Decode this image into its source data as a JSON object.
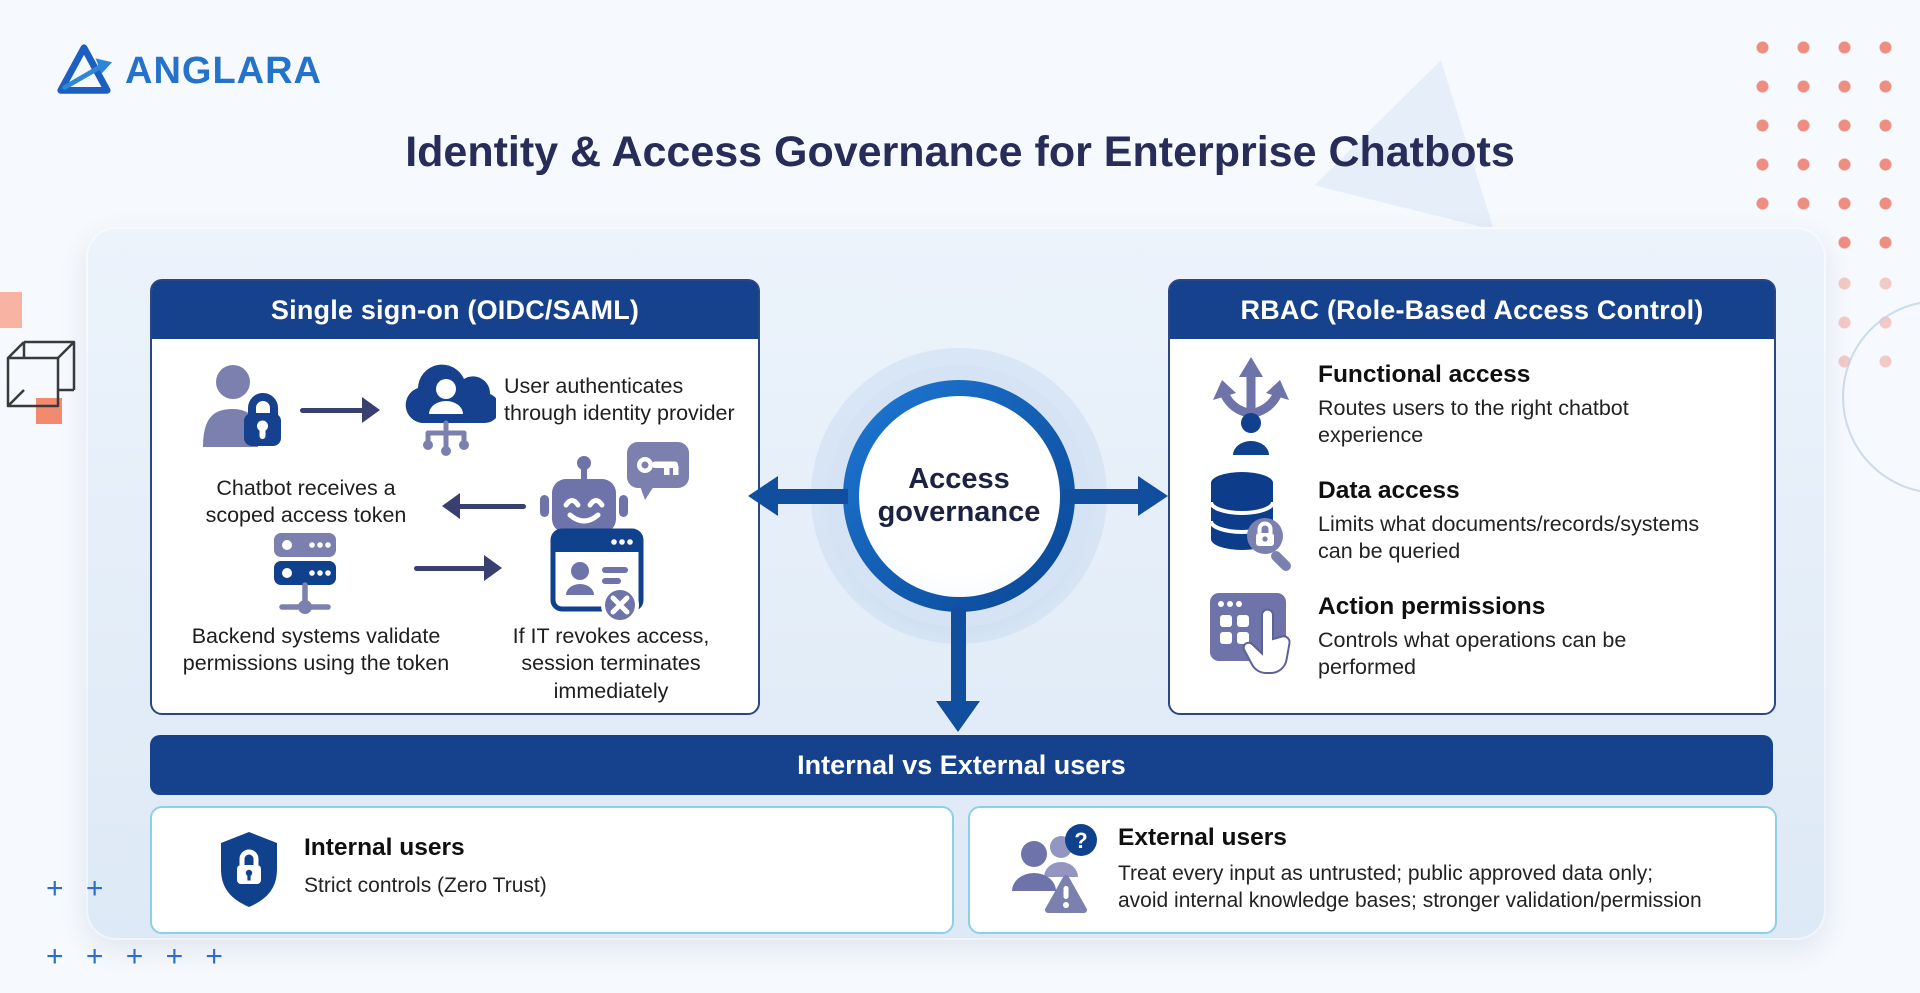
{
  "brand": {
    "name": "ANGLARA"
  },
  "title": "Identity & Access Governance for Enterprise Chatbots",
  "colors": {
    "header_blue": "#16418c",
    "ring_blue": "#1266c4",
    "arrow_navy": "#114e9e",
    "icon_purple": "#6e73aa",
    "icon_dark_blue": "#10418c",
    "coral_dots": "#ee8e80",
    "logo_blue": "#2472ca",
    "title_navy": "#272c58",
    "users_card_border": "#8ccfe6"
  },
  "icons": {
    "logo": "triangle-arrow-logo-icon",
    "sso_step1": [
      "user-lock-icon",
      "arrow-right-icon",
      "cloud-identity-icon"
    ],
    "sso_step2": [
      "arrow-left-icon",
      "chatbot-icon",
      "key-bubble-icon"
    ],
    "sso_step3": [
      "server-icon",
      "arrow-right-icon",
      "browser-revoke-icon"
    ],
    "hub_arrows": [
      "arrow-left-icon",
      "arrow-right-icon",
      "arrow-down-icon"
    ]
  },
  "sso": {
    "header": "Single sign-on (OIDC/SAML)",
    "step1": "User authenticates through identity provider",
    "step2": "Chatbot receives a scoped access token",
    "step3_left": "Backend systems validate permissions using the token",
    "step3_right": "If IT revokes access, session terminates immediately"
  },
  "governance": {
    "label": "Access governance"
  },
  "rbac": {
    "header": "RBAC (Role-Based Access Control)",
    "items": [
      {
        "icon": "branch-arrows-icon",
        "title": "Functional access",
        "desc": "Routes users to the right chatbot experience"
      },
      {
        "icon": "database-lock-icon",
        "title": "Data access",
        "desc": "Limits what documents/records/systems can be queried"
      },
      {
        "icon": "keypad-hand-icon",
        "title": "Action permissions",
        "desc": "Controls what operations can be performed"
      }
    ]
  },
  "users": {
    "header": "Internal vs External users",
    "internal": {
      "icon": "shield-lock-icon",
      "title": "Internal users",
      "desc": "Strict controls (Zero Trust)"
    },
    "external": {
      "icon": "users-alert-icon",
      "title": "External users",
      "desc": "Treat every input as untrusted; public approved data only; avoid internal knowledge bases; stronger validation/permission"
    }
  },
  "decor": {
    "plus_row_top": "+  +",
    "plus_row_bottom": "+  +  +  +  +"
  }
}
